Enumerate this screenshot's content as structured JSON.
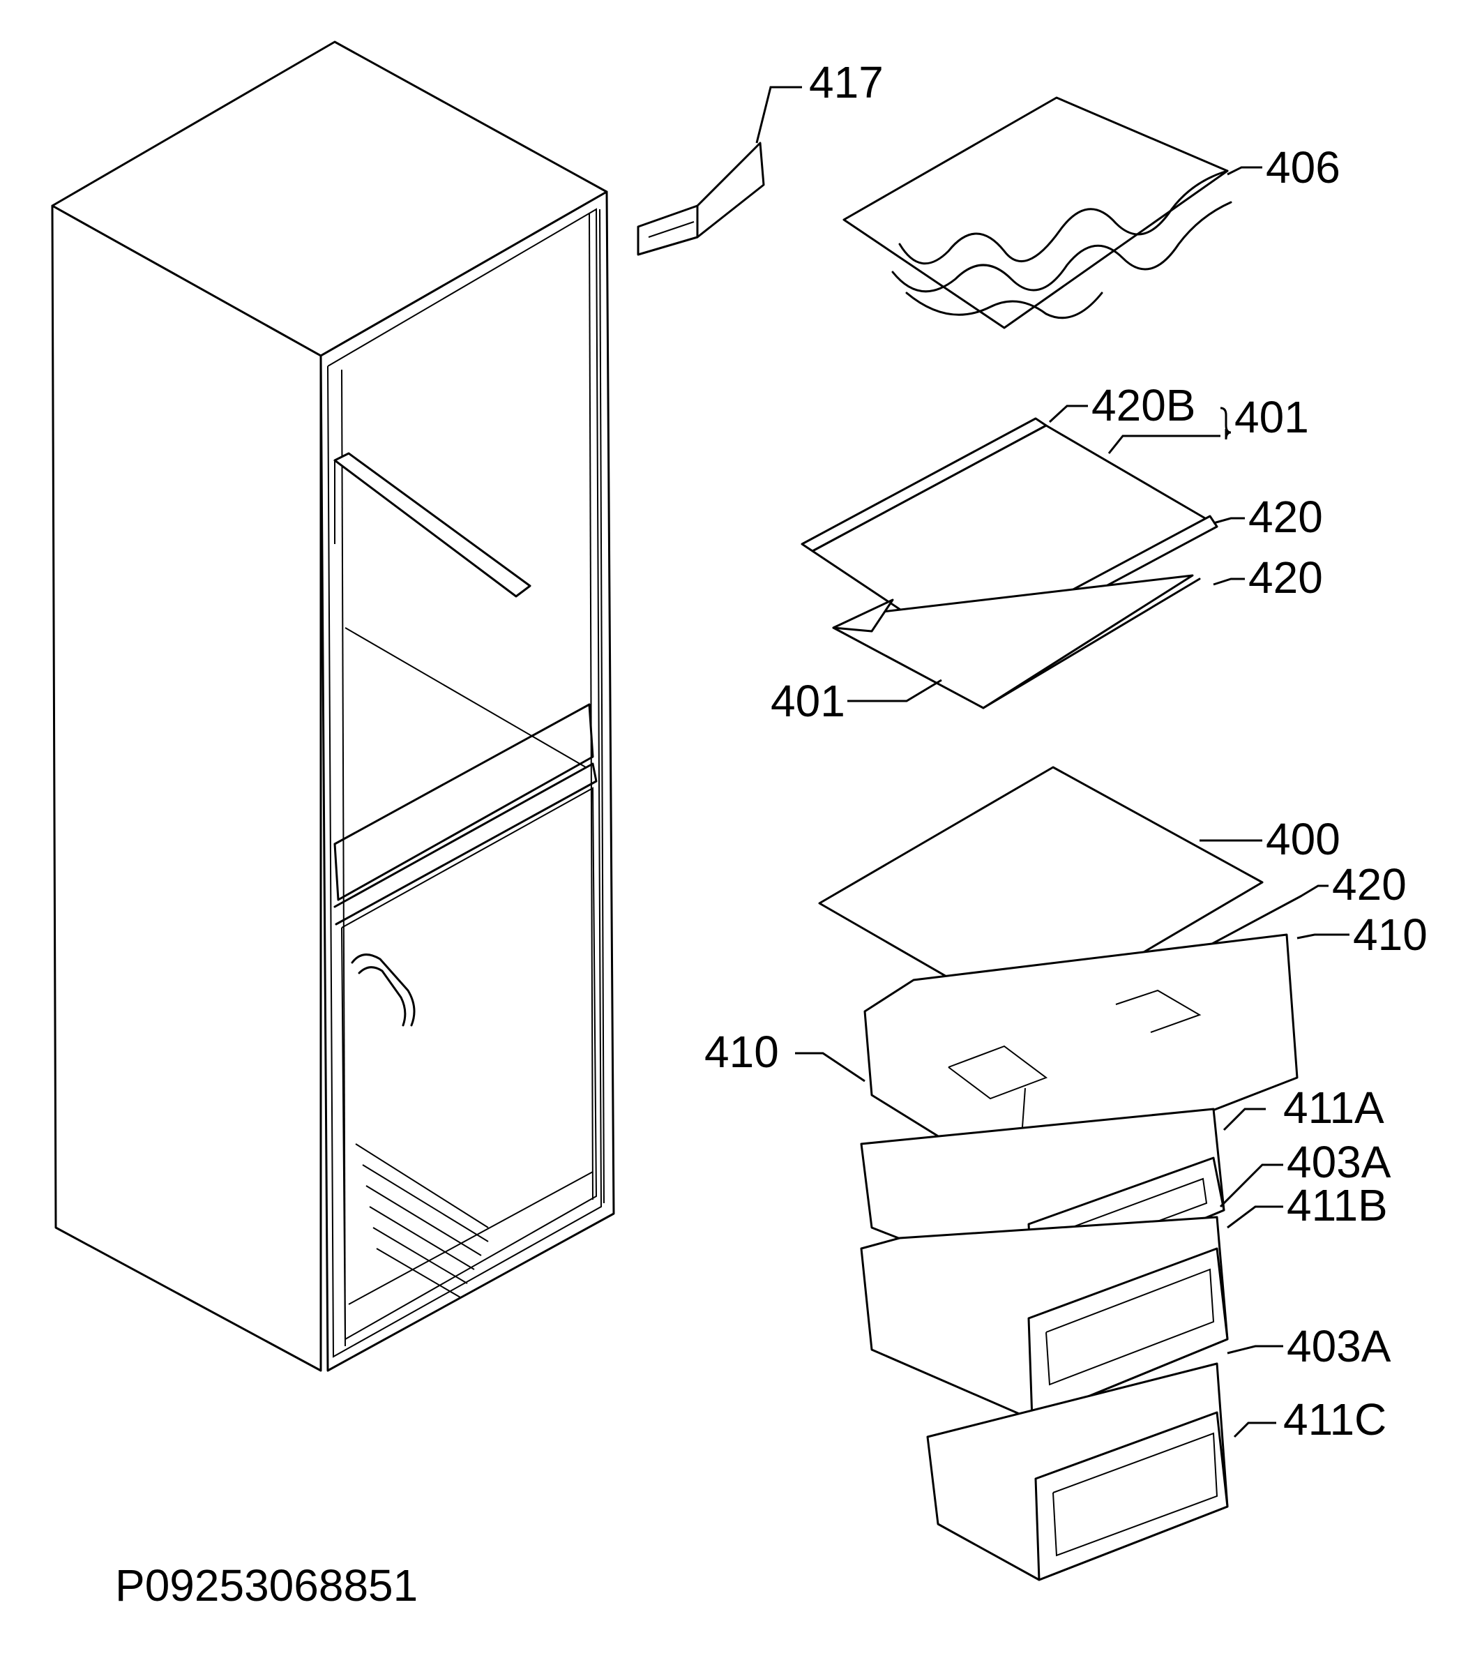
{
  "diagram": {
    "drawing_code": "P09253068851",
    "callouts": [
      {
        "id": "c417",
        "label": "417"
      },
      {
        "id": "c406",
        "label": "406"
      },
      {
        "id": "c420b",
        "label": "420B"
      },
      {
        "id": "c401a",
        "label": "401"
      },
      {
        "id": "c420a",
        "label": "420"
      },
      {
        "id": "c420c",
        "label": "420"
      },
      {
        "id": "c401b",
        "label": "401"
      },
      {
        "id": "c400",
        "label": "400"
      },
      {
        "id": "c420d",
        "label": "420"
      },
      {
        "id": "c410a",
        "label": "410"
      },
      {
        "id": "c410b",
        "label": "410"
      },
      {
        "id": "c411a",
        "label": "411A"
      },
      {
        "id": "c403a1",
        "label": "403A"
      },
      {
        "id": "c411b",
        "label": "411B"
      },
      {
        "id": "c403a2",
        "label": "403A"
      },
      {
        "id": "c411c",
        "label": "411C"
      }
    ]
  }
}
